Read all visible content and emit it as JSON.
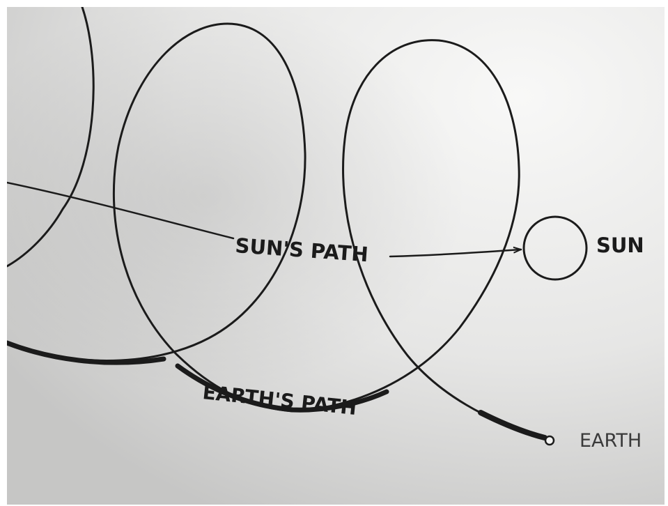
{
  "labels": {
    "suns_path": "SUN'S PATH",
    "sun": "SUN",
    "earths_path": "EARTH'S PATH",
    "earth": "EARTH"
  },
  "colors": {
    "paper_light": "#f4f4f3",
    "paper_dark": "#c9c9c8",
    "pencil": "#1b1b1b",
    "border": "#ffffff"
  }
}
